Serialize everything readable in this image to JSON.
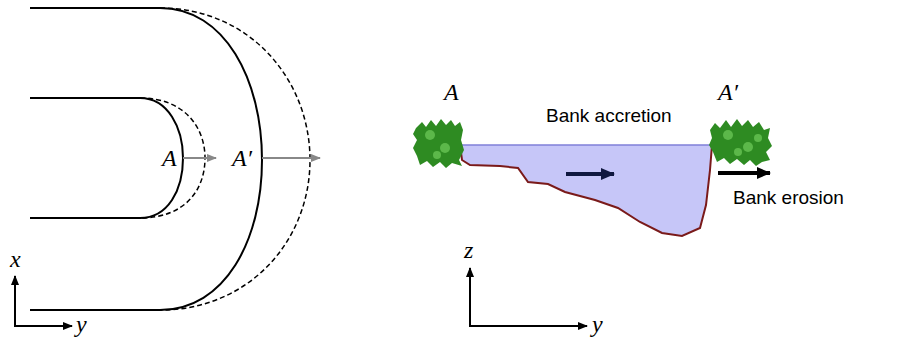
{
  "diagram": {
    "labels": [
      "A",
      "A′",
      "x",
      "y",
      "A",
      "A′",
      "Bank accretion",
      "Bank erosion",
      "z",
      "y"
    ]
  }
}
